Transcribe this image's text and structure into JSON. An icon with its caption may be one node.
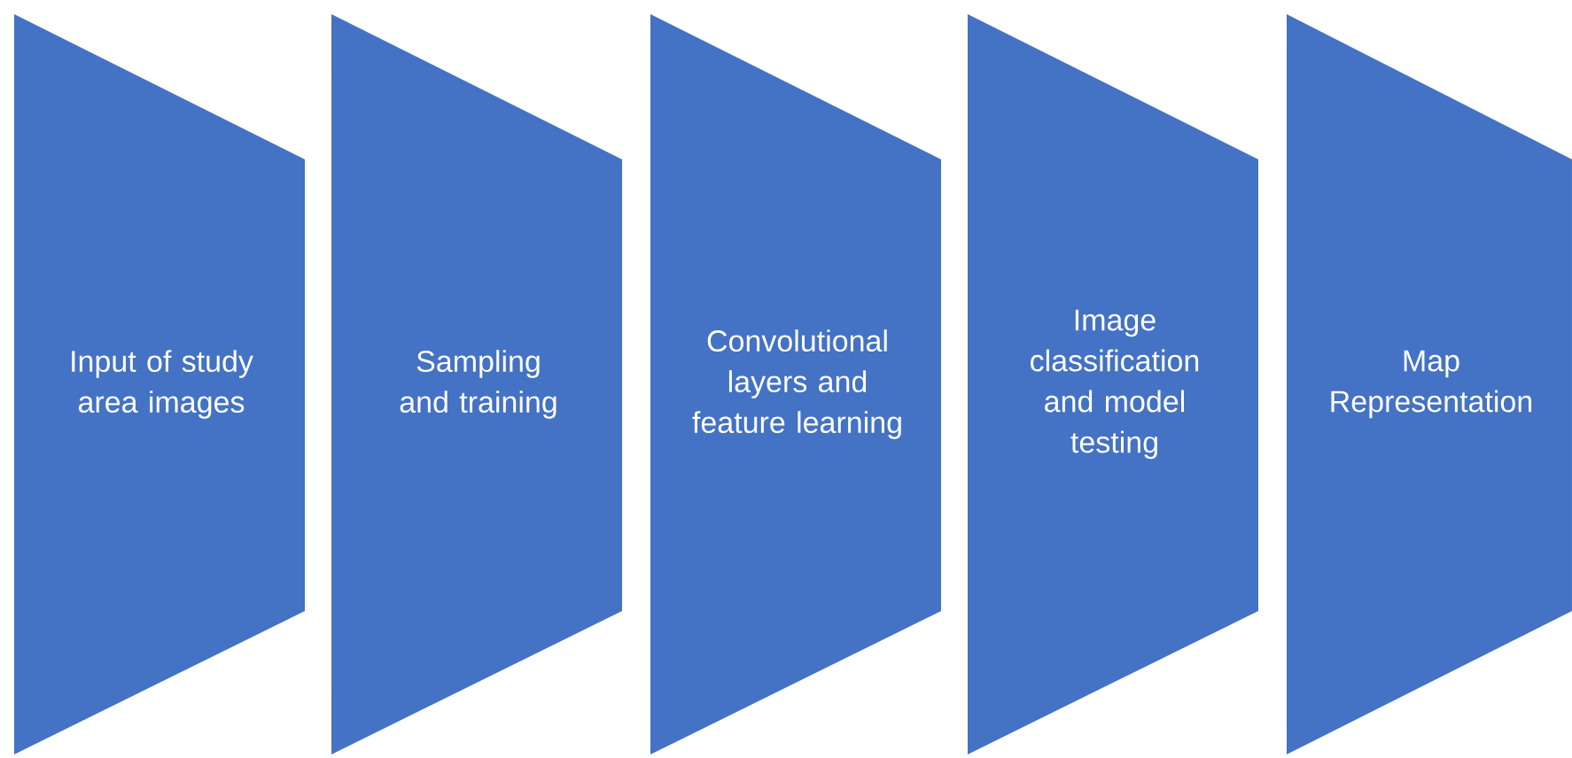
{
  "diagram": {
    "nodes": [
      {
        "text": [
          "Input of study area images"
        ]
      },
      {
        "text": [
          "Sampling and training"
        ]
      },
      {
        "text": [
          "Convolutional layers and feature learning"
        ]
      },
      {
        "text": [
          "Image classification and model testing"
        ]
      },
      {
        "text": [
          "Map Representation"
        ]
      }
    ]
  }
}
